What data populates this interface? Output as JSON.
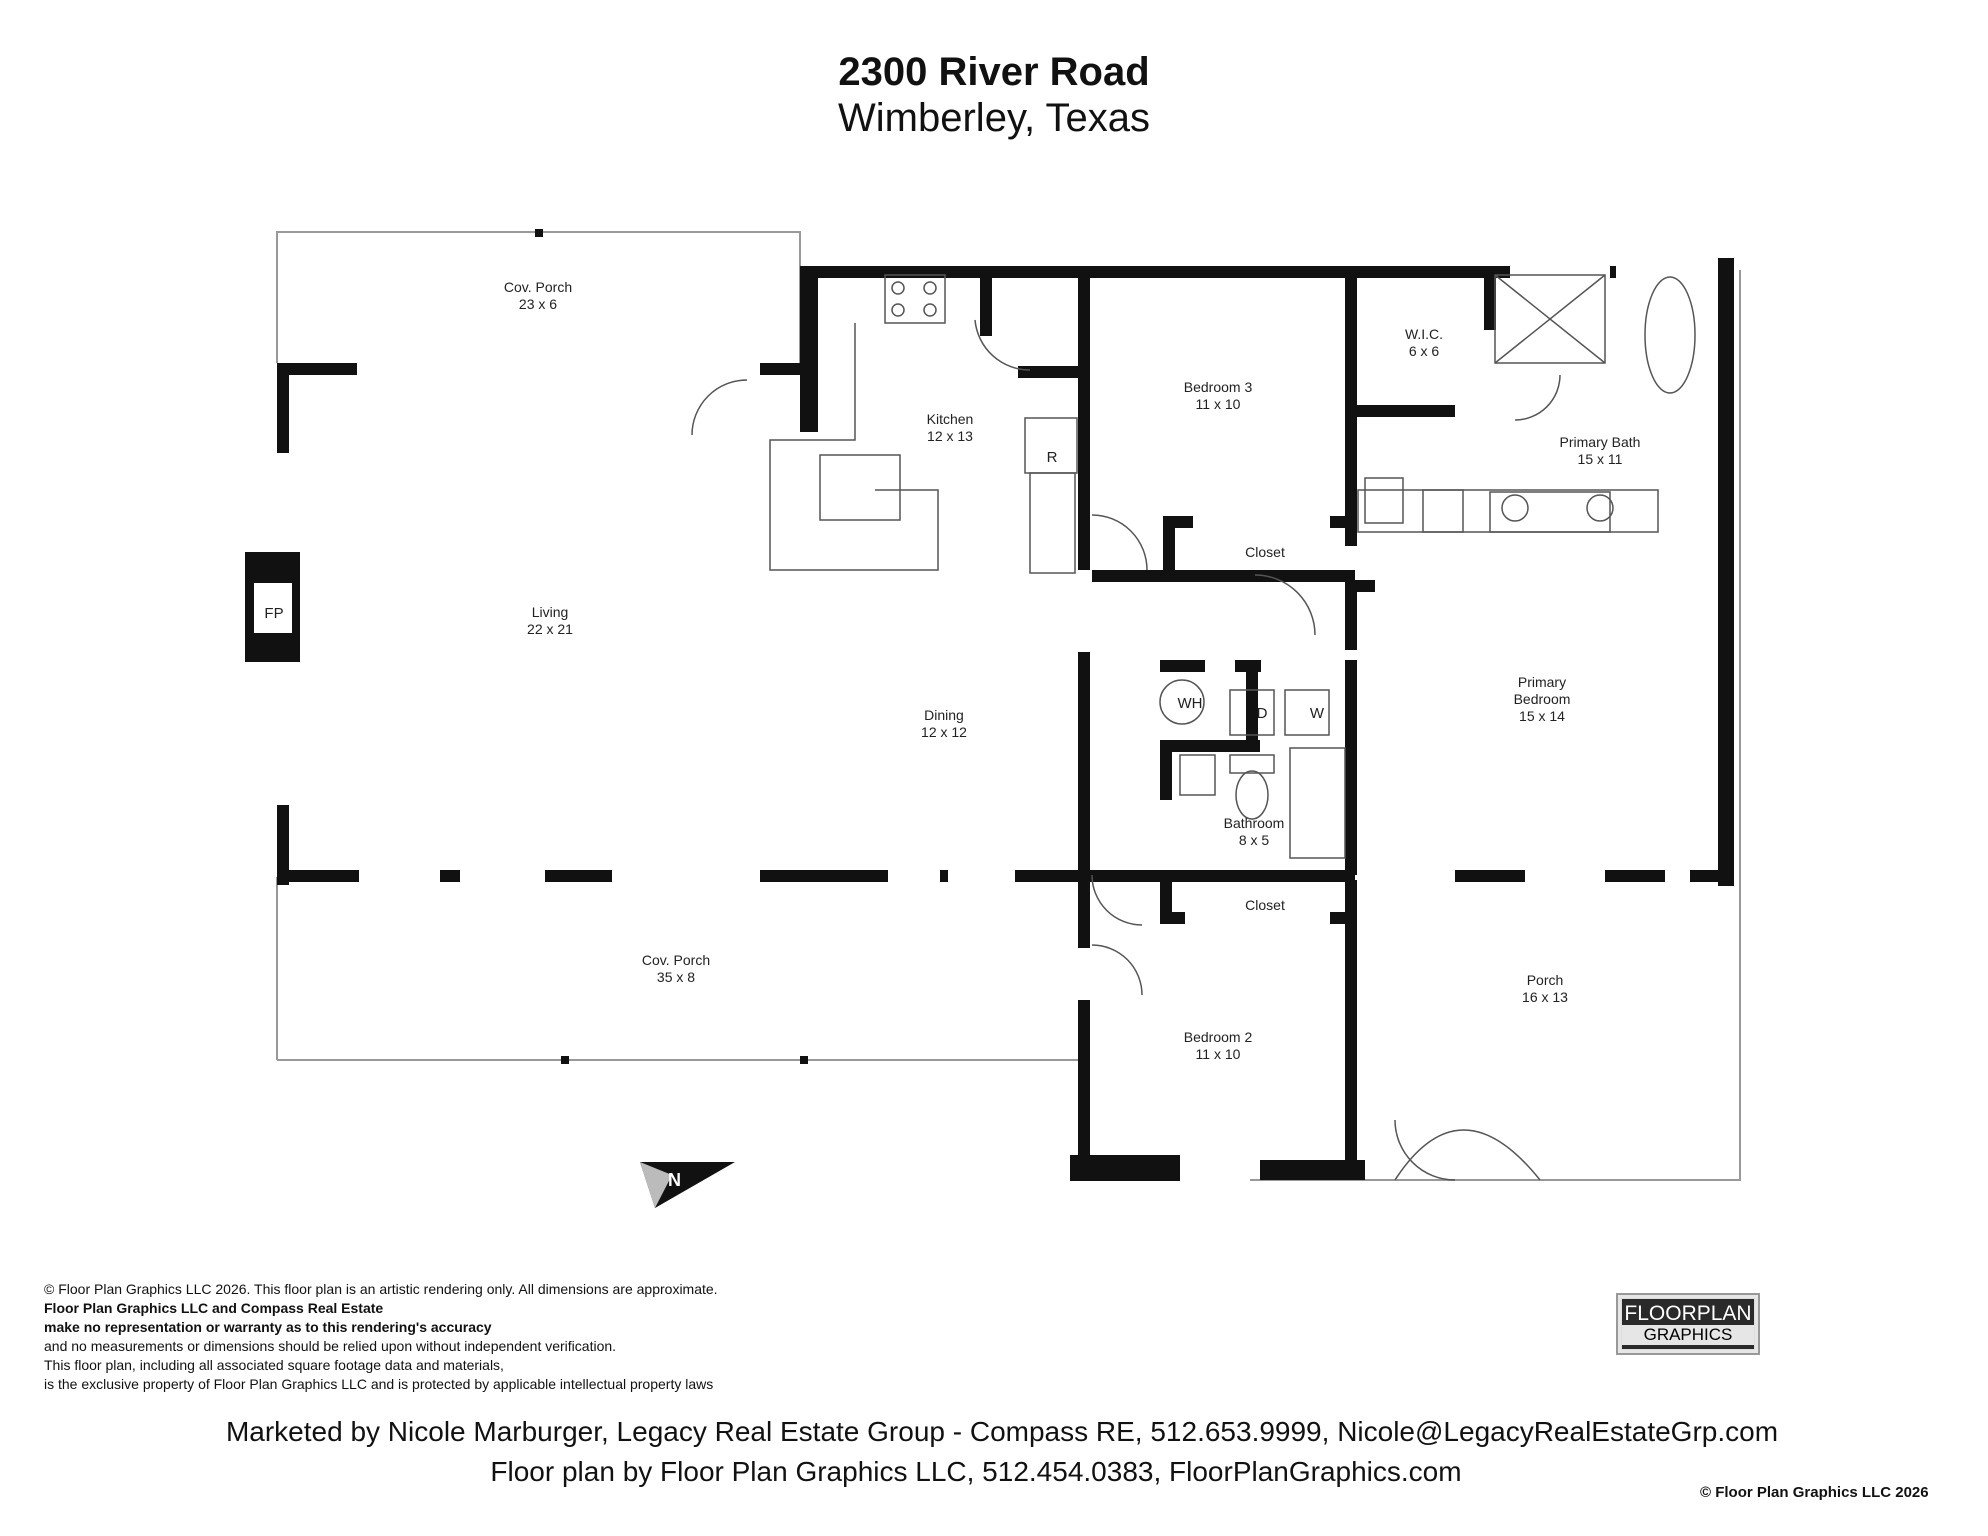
{
  "header": {
    "address": "2300 River Road",
    "city": "Wimberley, Texas"
  },
  "rooms": {
    "cov_porch_top": {
      "name": "Cov. Porch",
      "dims": "23 x 6"
    },
    "kitchen": {
      "name": "Kitchen",
      "dims": "12 x 13"
    },
    "bedroom3": {
      "name": "Bedroom 3",
      "dims": "11 x 10"
    },
    "wic": {
      "name": "W.I.C.",
      "dims": "6 x 6"
    },
    "primary_bath": {
      "name": "Primary Bath",
      "dims": "15 x 11"
    },
    "closet_b3": {
      "name": "Closet"
    },
    "living": {
      "name": "Living",
      "dims": "22 x 21"
    },
    "dining": {
      "name": "Dining",
      "dims": "12 x 12"
    },
    "primary_bedroom": {
      "name1": "Primary",
      "name2": "Bedroom",
      "dims": "15 x 14"
    },
    "bathroom": {
      "name": "Bathroom",
      "dims": "8 x 5"
    },
    "closet_b2": {
      "name": "Closet"
    },
    "cov_porch_bottom": {
      "name": "Cov. Porch",
      "dims": "35 x 8"
    },
    "porch": {
      "name": "Porch",
      "dims": "16 x 13"
    },
    "bedroom2": {
      "name": "Bedroom 2",
      "dims": "11 x 10"
    }
  },
  "fixtures": {
    "fireplace": "FP",
    "refrigerator": "R",
    "water_heater": "WH",
    "dryer": "D",
    "washer": "W"
  },
  "disclaimer": {
    "line1": "© Floor Plan Graphics LLC 2026. This floor plan is an artistic rendering only. All dimensions are approximate.",
    "line2": "Floor Plan Graphics LLC and Compass Real Estate",
    "line3": "make no representation or warranty as to this rendering's accuracy",
    "line4": "and no measurements or dimensions should be relied upon without independent verification.",
    "line5": "This floor plan, including all associated square footage data and materials,",
    "line6": "is the exclusive property of Floor Plan Graphics LLC and is protected by applicable intellectual property laws"
  },
  "logo": {
    "line1": "FLOORPLAN",
    "line2": "GRAPHICS"
  },
  "footer": {
    "marketed_by": "Marketed by Nicole Marburger, Legacy Real Estate Group - Compass RE, 512.653.9999, Nicole@LegacyRealEstateGrp.com",
    "floor_plan_by": "Floor plan by Floor Plan Graphics LLC, 512.454.0383, FloorPlanGraphics.com",
    "copyright": "© Floor Plan Graphics LLC 2026"
  },
  "colors": {
    "wall": "#111111",
    "line": "#888888"
  }
}
